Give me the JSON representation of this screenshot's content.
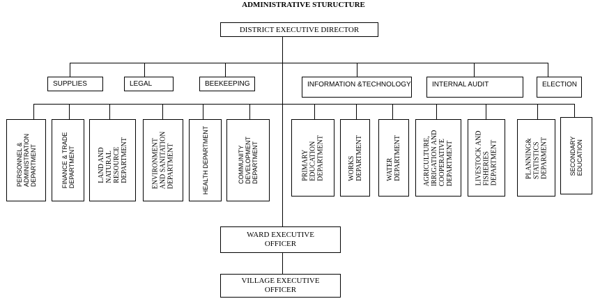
{
  "title": "ADMINISTRATIVE STURUCTURE",
  "director": "DISTRICT EXECUTIVE DIRECTOR",
  "units": {
    "supplies": "SUPPLIES",
    "legal": "LEGAL",
    "beekeeping": "BEEKEEPING",
    "info_tech": "INFORMATION &TECHNOLOGY",
    "internal_audit": "INTERNAL AUDIT",
    "election": "ELECTION"
  },
  "departments": {
    "personnel": "PERSONNEL &\nADMINISTRATION\nDEPARTMENT",
    "finance": "FINANCE & TRADE\nDEPARTMENT",
    "land": "LAND AND\nNATURAL\nRESOURCE\nDEPARTMENT",
    "environment": "ENVIRONMENT\nAND SANITATION\nDEPARTMENT",
    "health": "HEALTH DEPARTMENT",
    "community": "COMMUNITY\nDEVELOPMENT\nDEPARTMENT",
    "primary": "PRIMARY\nEDUCATION\nDEPARTMENT",
    "works": "WORKS\nDEPARTMENT",
    "water": "WATER\nDEPARTMENT",
    "agriculture": "AGRICULTURE,\nIRRIGATION AND\nCOOPERATIVE\nDEPARTMENT",
    "livestock": "LIVESTOCK AND\nFISHERIES\nDEPARTMENT",
    "planning": "PLANNING&\nSTATISTICS\nDEPARMENT",
    "secondary": "SECONDARY\nEDUCATION"
  },
  "ward": "WARD EXECUTIVE\nOFFICER",
  "village": "VILLAGE EXECUTIVE\nOFFICER"
}
